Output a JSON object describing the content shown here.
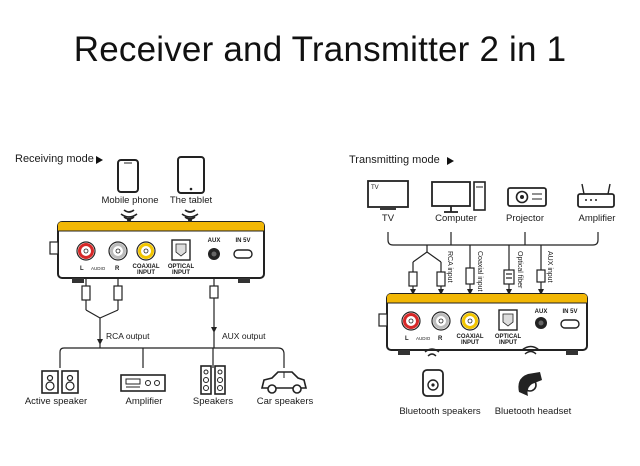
{
  "title": "Receiver and Transmitter 2 in 1",
  "receiving": {
    "mode_label": "Receiving mode",
    "sources": [
      "Mobile phone",
      "The tablet"
    ],
    "ports": {
      "audio": "AUDIO",
      "left": "L",
      "right": "R",
      "coaxial": "COAXIAL\nINPUT",
      "optical": "OPTICAL\nINPUT",
      "aux": "AUX",
      "power": "IN 5V"
    },
    "rca_output": "RCA output",
    "aux_output": "AUX output",
    "outputs": [
      "Active speaker",
      "Amplifier",
      "Speakers",
      "Car speakers"
    ]
  },
  "transmitting": {
    "mode_label": "Transmitting mode",
    "tv_screen_text": "TV",
    "sources": [
      "TV",
      "Computer",
      "Projector",
      "Amplifier"
    ],
    "inputs": [
      "RCA input",
      "Coaxial input",
      "Optical fiber",
      "AUX input"
    ],
    "ports": {
      "audio": "AUDIO",
      "left": "L",
      "right": "R",
      "coaxial": "COAXIAL\nINPUT",
      "optical": "OPTICAL\nINPUT",
      "aux": "AUX",
      "power": "IN 5V"
    },
    "outputs": [
      "Bluetooth speakers",
      "Bluetooth headset"
    ]
  },
  "colors": {
    "accent": "#f2b705",
    "device_body": "#ffffff",
    "jack_red": "#d62828",
    "jack_yellow": "#f2c500",
    "line": "#222222"
  }
}
